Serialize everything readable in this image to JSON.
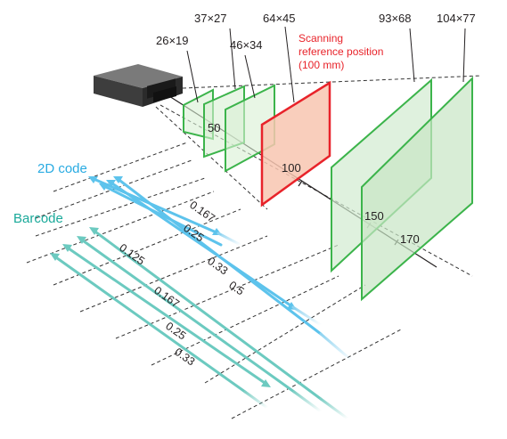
{
  "field_sizes": [
    "26×19",
    "37×27",
    "46×34",
    "64×45",
    "93×68",
    "104×77"
  ],
  "reference": {
    "line1": "Scanning",
    "line2": "reference position",
    "line3": "(100 mm)"
  },
  "axis_ticks": [
    "50",
    "100",
    "150",
    "170"
  ],
  "legend": {
    "code2d": "2D code",
    "barcode": "Barcode"
  },
  "code2d_resolutions": [
    "0.167",
    "0.25",
    "0.33",
    "0.5"
  ],
  "barcode_resolutions": [
    "0.125",
    "0.167",
    "0.25",
    "0.33"
  ],
  "colors": {
    "code2d": "#29abe2",
    "barcode": "#52bfb5",
    "field": "#3cb44b",
    "reference": "#e8232a"
  }
}
